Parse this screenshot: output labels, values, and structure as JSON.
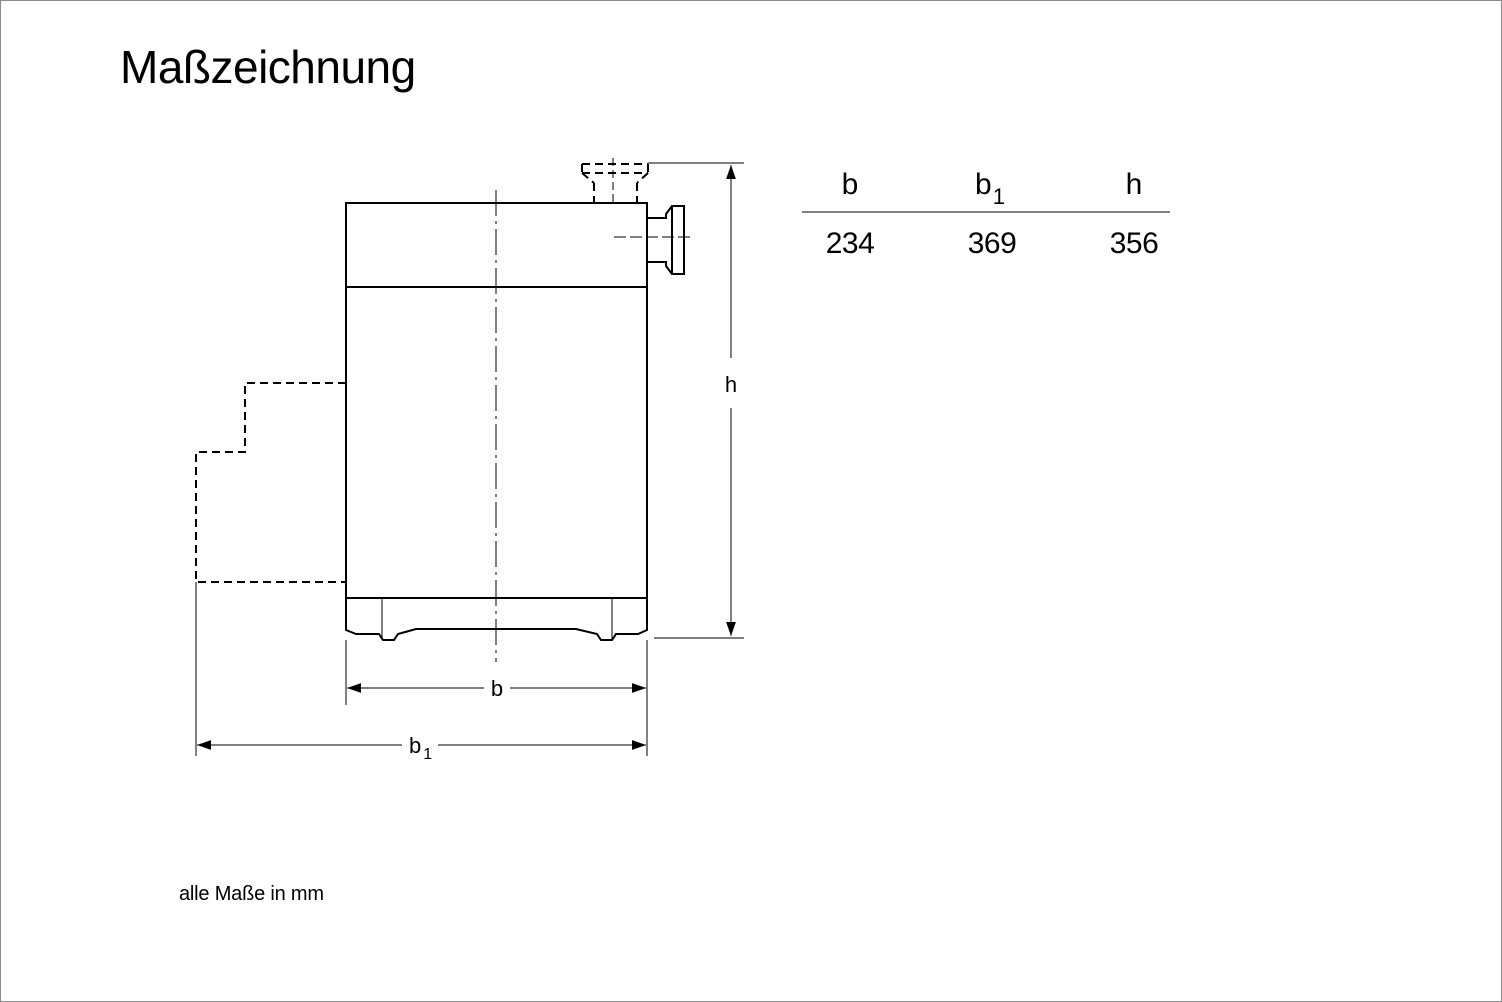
{
  "title": "Maßzeichnung",
  "footnote": "alle Maße in mm",
  "dimensions": {
    "b": {
      "label": "b"
    },
    "b1": {
      "label": "b",
      "subscript": "1"
    },
    "h": {
      "label": "h"
    }
  },
  "table": {
    "headers": [
      {
        "label": "b",
        "subscript": ""
      },
      {
        "label": "b",
        "subscript": "1"
      },
      {
        "label": "h",
        "subscript": ""
      }
    ],
    "values": [
      "234",
      "369",
      "356"
    ]
  },
  "colors": {
    "line": "#000000",
    "frame": "#8a8a8a"
  }
}
